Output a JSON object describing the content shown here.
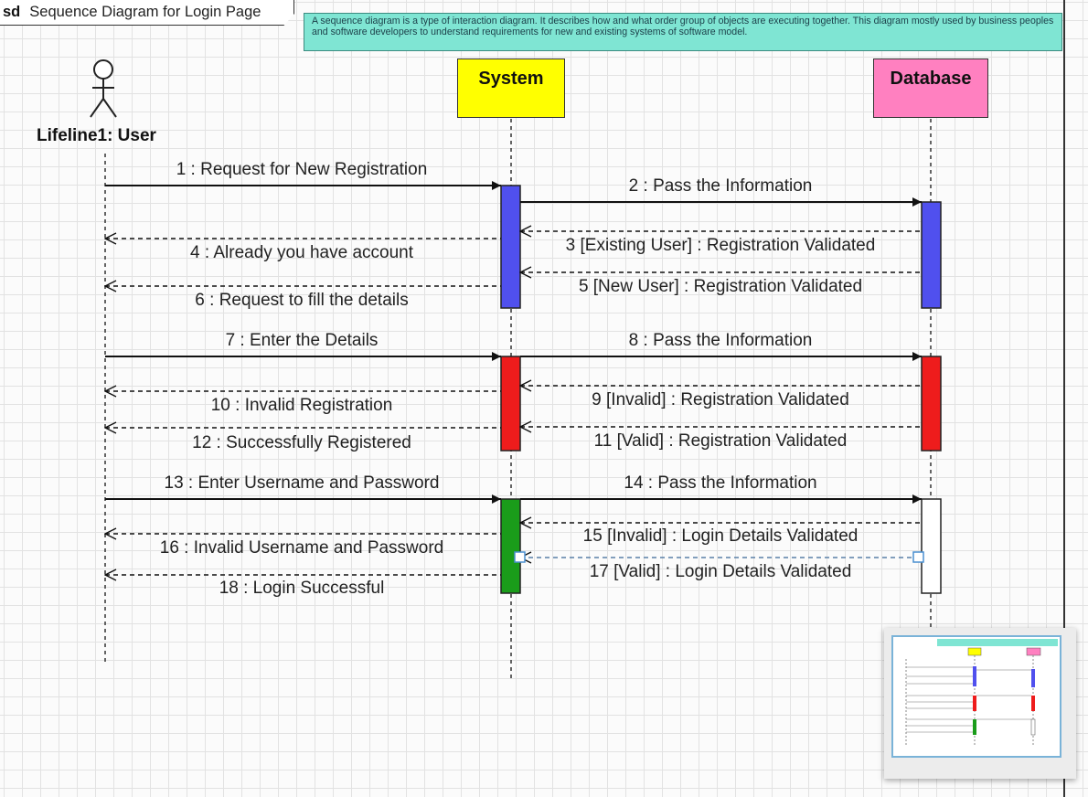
{
  "header": {
    "keyword": "sd",
    "title": "Sequence Diagram for Login Page"
  },
  "note": {
    "text": "A sequence diagram is a type of interaction diagram. It describes how and what order group of objects are executing together. This diagram mostly used by business peoples and software developers to understand requirements for new and existing systems of software model."
  },
  "lifelines": {
    "user": {
      "label": "Lifeline1: User"
    },
    "system": {
      "label": "System",
      "color": "#ffff00"
    },
    "database": {
      "label": "Database",
      "color": "#ff80c0"
    }
  },
  "activations": [
    {
      "name": "system-activation-1",
      "color": "#5050ee"
    },
    {
      "name": "database-activation-1",
      "color": "#5050ee"
    },
    {
      "name": "system-activation-2",
      "color": "#ee1c1c"
    },
    {
      "name": "database-activation-2",
      "color": "#ee1c1c"
    },
    {
      "name": "system-activation-3",
      "color": "#1a9c1a"
    },
    {
      "name": "database-activation-3",
      "color": "#ffffff"
    }
  ],
  "messages": [
    {
      "label": "1 : Request for New Registration",
      "from": "User",
      "to": "System",
      "kind": "sync"
    },
    {
      "label": "2 : Pass the Information",
      "from": "System",
      "to": "Database",
      "kind": "sync"
    },
    {
      "label": "3 [Existing User] : Registration Validated",
      "from": "Database",
      "to": "System",
      "kind": "reply"
    },
    {
      "label": "4 : Already you have account",
      "from": "System",
      "to": "User",
      "kind": "reply"
    },
    {
      "label": "5 [New User] : Registration Validated",
      "from": "Database",
      "to": "System",
      "kind": "reply"
    },
    {
      "label": "6 : Request to fill the details",
      "from": "System",
      "to": "User",
      "kind": "reply"
    },
    {
      "label": "7 : Enter the Details",
      "from": "User",
      "to": "System",
      "kind": "sync"
    },
    {
      "label": "8 : Pass the Information",
      "from": "System",
      "to": "Database",
      "kind": "sync"
    },
    {
      "label": "9 [Invalid] : Registration Validated",
      "from": "Database",
      "to": "System",
      "kind": "reply"
    },
    {
      "label": "10 : Invalid Registration",
      "from": "System",
      "to": "User",
      "kind": "reply"
    },
    {
      "label": "11 [Valid] : Registration Validated",
      "from": "Database",
      "to": "System",
      "kind": "reply"
    },
    {
      "label": "12 : Successfully Registered",
      "from": "System",
      "to": "User",
      "kind": "reply"
    },
    {
      "label": "13 : Enter Username and Password",
      "from": "User",
      "to": "System",
      "kind": "sync"
    },
    {
      "label": "14 : Pass the Information",
      "from": "System",
      "to": "Database",
      "kind": "sync"
    },
    {
      "label": "15 [Invalid] : Login Details Validated",
      "from": "Database",
      "to": "System",
      "kind": "reply"
    },
    {
      "label": "16 : Invalid Username and Password",
      "from": "System",
      "to": "User",
      "kind": "reply"
    },
    {
      "label": "17 [Valid] : Login Details Validated",
      "from": "Database",
      "to": "System",
      "kind": "reply",
      "selected": true
    },
    {
      "label": "18 : Login Successful",
      "from": "System",
      "to": "User",
      "kind": "reply"
    }
  ]
}
